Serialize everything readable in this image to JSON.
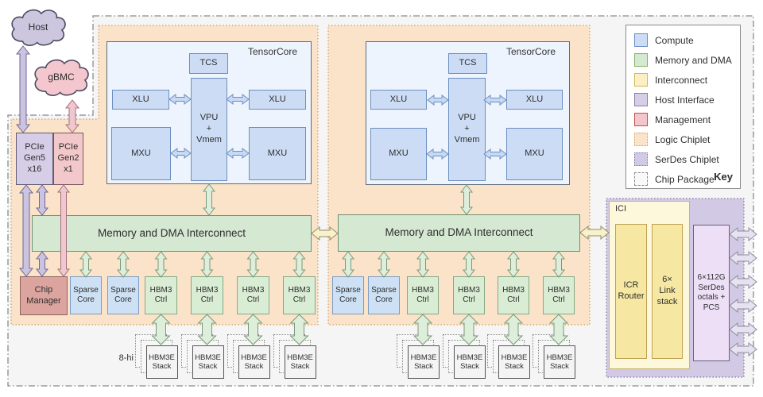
{
  "clouds": {
    "host": "Host",
    "gbmc": "gBMC"
  },
  "host_interface": {
    "pcie_gen5": "PCIe\nGen5\nx16",
    "pcie_gen2": "PCIe\nGen2\nx1"
  },
  "chiplets": [
    {
      "tensorcore_title": "TensorCore",
      "tcs": "TCS",
      "vpu": "VPU\n+\nVmem",
      "xlu_left": "XLU",
      "xlu_right": "XLU",
      "mxu_left": "MXU",
      "mxu_right": "MXU",
      "interconnect": "Memory and DMA Interconnect",
      "chip_manager": "Chip\nManager",
      "sparse_cores": [
        "Sparse\nCore",
        "Sparse\nCore"
      ],
      "hbm_ctrls": [
        "HBM3\nCtrl",
        "HBM3\nCtrl",
        "HBM3\nCtrl",
        "HBM3\nCtrl"
      ]
    },
    {
      "tensorcore_title": "TensorCore",
      "tcs": "TCS",
      "vpu": "VPU\n+\nVmem",
      "xlu_left": "XLU",
      "xlu_right": "XLU",
      "mxu_left": "MXU",
      "mxu_right": "MXU",
      "interconnect": "Memory and DMA Interconnect",
      "sparse_cores": [
        "Sparse\nCore",
        "Sparse\nCore"
      ],
      "hbm_ctrls": [
        "HBM3\nCtrl",
        "HBM3\nCtrl",
        "HBM3\nCtrl",
        "HBM3\nCtrl"
      ]
    }
  ],
  "hbm": {
    "height_label": "8-hi",
    "stack_label": "HBM3E\nStack"
  },
  "serdes_chiplet": {
    "ici": "ICI",
    "icr_router": "ICR\nRouter",
    "link_stack": "6×\nLink\nstack",
    "serdes_octals": "6×112G\nSerDes\noctals +\nPCS"
  },
  "key": {
    "title": "Key",
    "items": [
      {
        "label": "Compute",
        "color": "#ccdcf5"
      },
      {
        "label": "Memory and DMA",
        "color": "#d5e8d2"
      },
      {
        "label": "Interconnect",
        "color": "#fbf0c4"
      },
      {
        "label": "Host Interface",
        "color": "#d5cee6"
      },
      {
        "label": "Management",
        "color": "#f2c6ca"
      },
      {
        "label": "Logic Chiplet",
        "color": "#fae3c8"
      },
      {
        "label": "SerDes Chiplet",
        "color": "#d2cae4"
      },
      {
        "label": "Chip Package",
        "color": "#f9f9f9"
      }
    ]
  }
}
